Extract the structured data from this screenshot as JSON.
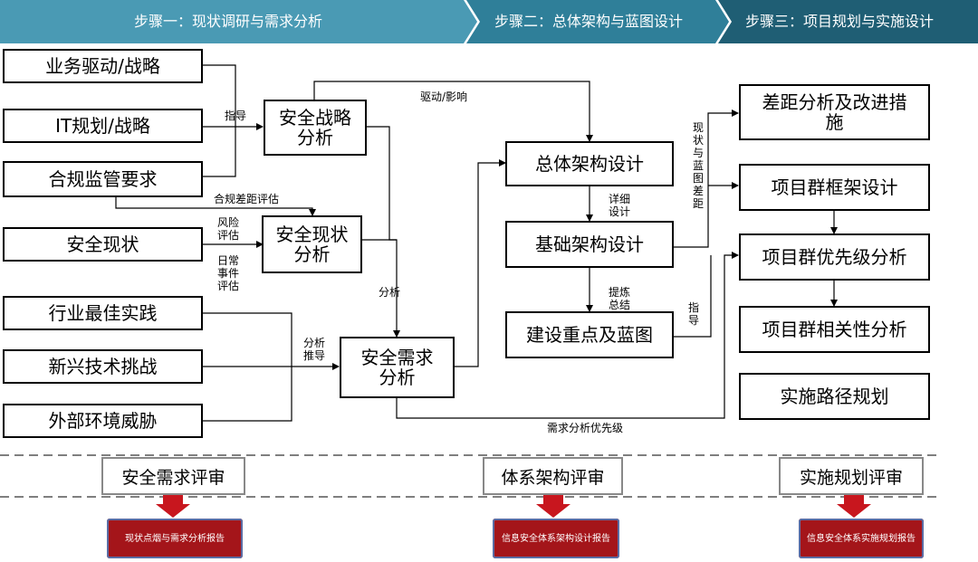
{
  "steps": [
    {
      "label": "步骤一：现状调研与需求分析",
      "color": "#4a9ab4"
    },
    {
      "label": "步骤二：总体架构与蓝图设计",
      "color": "#2f7f99"
    },
    {
      "label": "步骤三：项目规划与实施设计",
      "color": "#1f5e74"
    }
  ],
  "inputs": [
    "业务驱动/战略",
    "IT规划/战略",
    "合规监管要求",
    "安全现状",
    "行业最佳实践",
    "新兴技术挑战",
    "外部环境威胁"
  ],
  "analysis": {
    "strategy": "安全战略分析",
    "status": "安全现状分析",
    "demand": "安全需求分析"
  },
  "architecture": {
    "overall": "总体架构设计",
    "basic": "基础架构设计",
    "focus": "建设重点及蓝图"
  },
  "planning": [
    "差距分析及改进措施",
    "项目群框架设计",
    "项目群优先级分析",
    "项目群相关性分析",
    "实施路径规划"
  ],
  "labels": {
    "guide": "指导",
    "drive": "驱动/影响",
    "compliance_gap": "合规差距评估",
    "risk_assessment": "风险评估",
    "incident_assessment": "日常事件评估",
    "analysis": "分析",
    "analysis_guide": "分析推导",
    "detail_design": "详细设计",
    "refine_summary": "提炼总结",
    "status_blueprint_gap": "现状与蓝图差距",
    "guide2": "指导",
    "demand_priority": "需求分析优先级"
  },
  "reviews": [
    {
      "title": "安全需求评审",
      "report": "现状点烟与需求分析报告"
    },
    {
      "title": "体系架构评审",
      "report": "信息安全体系架构设计报告"
    },
    {
      "title": "实施规划评审",
      "report": "信息安全体系实施规划报告"
    }
  ],
  "colors": {
    "arrow": "#c8161e",
    "report": "#a4151a",
    "report_border": "#5a6ca4"
  }
}
